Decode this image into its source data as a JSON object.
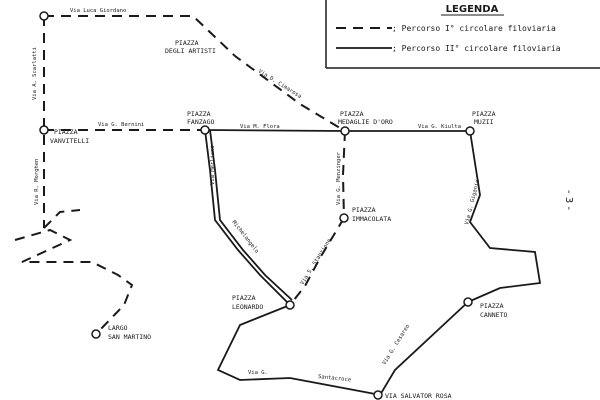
{
  "legend": {
    "title": "LEGENDA",
    "route1": "; Percorso I° circolare filoviaria",
    "route2": "; Percorso II° circolare filoviaria"
  },
  "page_number": "- 3 -",
  "places": {
    "degli_artisti": [
      "PIAZZA",
      "DEGLI ARTISTI"
    ],
    "vanvitelli": [
      "PIAZZA",
      "VANVITELLI"
    ],
    "fanzago": [
      "PIAZZA",
      "FANZAGO"
    ],
    "medaglie_doro": [
      "PIAZZA",
      "MEDAGLIE D'ORO"
    ],
    "muzii": [
      "PIAZZA",
      "MUZII"
    ],
    "immacolata": [
      "PIAZZA",
      "IMMACOLATA"
    ],
    "leonardo": [
      "PIAZZA",
      "LEONARDO"
    ],
    "canneto": [
      "PIAZZA",
      "CANNETO"
    ],
    "san_martino": [
      "LARGO",
      "SAN MARTINO"
    ],
    "salvator_rosa": [
      "VIA SALVATOR ROSA"
    ]
  },
  "streets": {
    "giordano": "Via Luca Giordano",
    "scarlatti": "Via A. Scarlatti",
    "cimarosa": "Via D. Cimarosa",
    "bernini": "Via G. Bernini",
    "flora": "Via M. Flora",
    "kiulta": "Via G. Kiulta",
    "morghen": "Via R. Morghen",
    "merliani": "Via Merliani",
    "michelangelo": "Michelangelo",
    "menzinger": "Via G. Menzinger",
    "giganie": "Via G. Giganie",
    "stanzione": "Via S. Stanzione",
    "cesareo": "Via G. Cesareo",
    "via_g": "Via G.",
    "santacroce": "Santacroce"
  }
}
